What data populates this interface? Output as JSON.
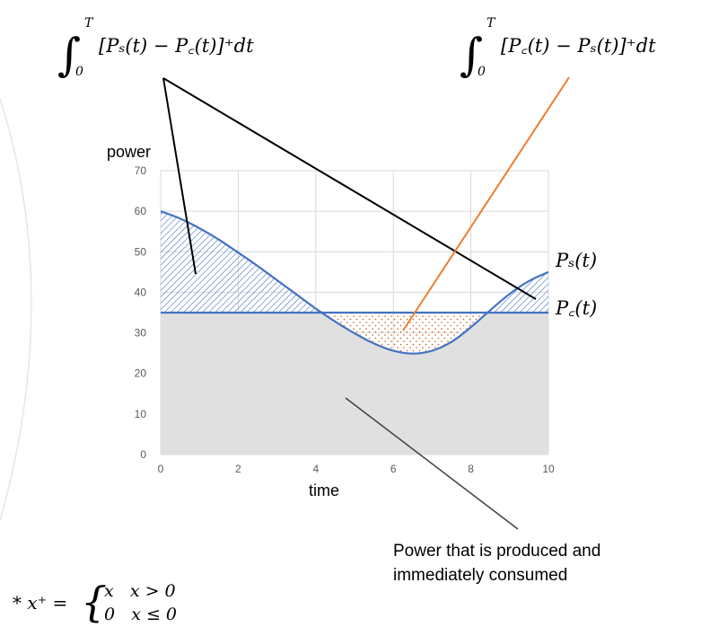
{
  "chart_data": {
    "type": "area",
    "xlabel": "time",
    "ylabel": "power",
    "xlim": [
      0,
      10
    ],
    "ylim": [
      0,
      70
    ],
    "x_ticks": [
      0,
      2,
      4,
      6,
      8,
      10
    ],
    "y_ticks": [
      0,
      10,
      20,
      30,
      40,
      50,
      60,
      70
    ],
    "grid": true,
    "series": [
      {
        "name": "Ps(t)",
        "color": "#4472c4",
        "x": [
          0,
          0.5,
          1,
          1.5,
          2,
          2.5,
          3,
          3.5,
          4,
          4.5,
          5,
          5.5,
          6,
          6.5,
          7,
          7.5,
          8,
          8.5,
          9,
          9.5,
          10
        ],
        "y": [
          60,
          58.2,
          55.8,
          53,
          49.8,
          46.5,
          43,
          39.5,
          36,
          32.8,
          29.9,
          27.4,
          25.6,
          24.9,
          25.6,
          27.8,
          31.4,
          35.6,
          39.6,
          42.8,
          45
        ]
      },
      {
        "name": "Pc(t)",
        "color": "#4472c4",
        "x": [
          0,
          10
        ],
        "y": [
          35,
          35
        ]
      }
    ]
  },
  "labels": {
    "ps_label": "Pₛ(t)",
    "pc_label": "P꜀(t)",
    "power_label": "power",
    "time_label": "time",
    "formula_left": "[Pₛ(t) − P꜀(t)]⁺dt",
    "formula_right": "[P꜀(t) − Pₛ(t)]⁺dt",
    "integral_sign": "∫",
    "integral_upper": "T",
    "integral_lower": "0",
    "annotation_line1": "Power that is produced and",
    "annotation_line2": "immediately consumed",
    "footnote_lhs": "* x⁺ =",
    "footnote_case1": "x   x > 0",
    "footnote_case2": "0   x ≤ 0"
  },
  "colors": {
    "curve": "#4472c4",
    "consumed_fill": "#e0e0e0",
    "hatch": "#4472c4",
    "dots": "#c55a11",
    "black_pointer": "#000000",
    "orange_pointer": "#ed7d31",
    "grid": "#d9d9d9"
  }
}
